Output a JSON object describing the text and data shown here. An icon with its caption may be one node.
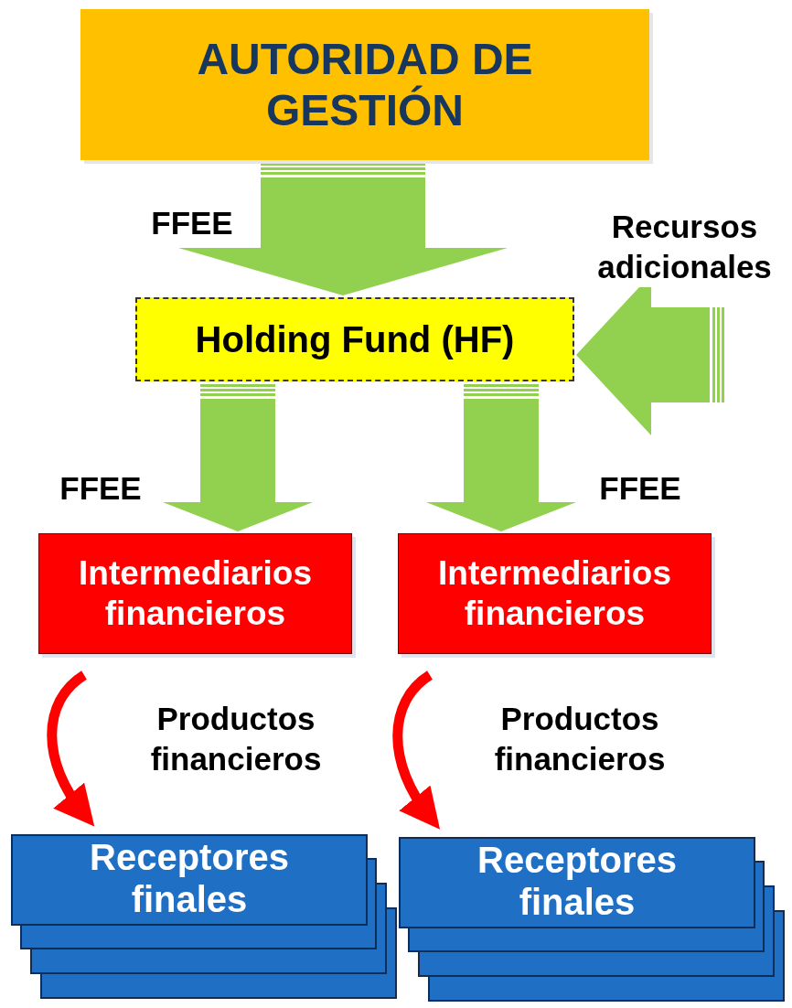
{
  "diagram": {
    "nodes": [
      {
        "text": [
          "AUTORIDAD DE GESTIÓN"
        ]
      },
      {
        "text": [
          "Holding Fund (HF)"
        ]
      },
      {
        "text": [
          "Intermediarios financieros"
        ]
      },
      {
        "text": [
          "Intermediarios financieros"
        ]
      },
      {
        "text": [
          "Receptores finales"
        ]
      },
      {
        "text": [
          "Receptores finales"
        ]
      }
    ],
    "edges": [
      {
        "from": 0,
        "to": 1,
        "arrow": "to",
        "label": "FFEE"
      },
      {
        "from": null,
        "to": 1,
        "arrow": "to",
        "label": "Recursos adicionales"
      },
      {
        "from": 1,
        "to": 2,
        "arrow": "to",
        "label": "FFEE"
      },
      {
        "from": 1,
        "to": 3,
        "arrow": "to",
        "label": "FFEE"
      },
      {
        "from": 2,
        "to": 4,
        "arrow": "to",
        "label": "Productos financieros",
        "color": "#ff0000"
      },
      {
        "from": 3,
        "to": 5,
        "arrow": "to",
        "label": "Productos financieros",
        "color": "#ff0000"
      }
    ]
  }
}
